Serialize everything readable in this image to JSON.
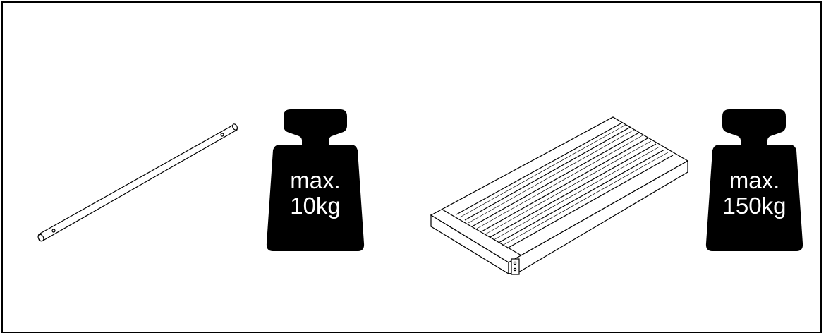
{
  "weights": [
    {
      "line1": "max.",
      "line2": "10kg",
      "color": "#000000"
    },
    {
      "line1": "max.",
      "line2": "150kg",
      "color": "#000000"
    }
  ],
  "icons": {
    "item1": "bar-icon",
    "item2": "platform-board-icon",
    "weight": "weight-icon"
  }
}
